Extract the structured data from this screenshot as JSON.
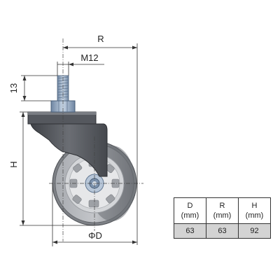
{
  "dimensions": {
    "radius": "R",
    "thread": "M12",
    "stem_length": "13",
    "height": "H",
    "diameter": "ΦD"
  },
  "table": {
    "headers": [
      {
        "symbol": "D",
        "unit": "(mm)"
      },
      {
        "symbol": "R",
        "unit": "(mm)"
      },
      {
        "symbol": "H",
        "unit": "(mm)"
      }
    ],
    "values": [
      "63",
      "63",
      "92"
    ]
  },
  "colors": {
    "bracket": "#5a5d63",
    "wheel": "#8a8d92",
    "hub": "#d8dadd",
    "bolt": "#8fa6c0",
    "table_value_bg": "#d3d3d3"
  }
}
